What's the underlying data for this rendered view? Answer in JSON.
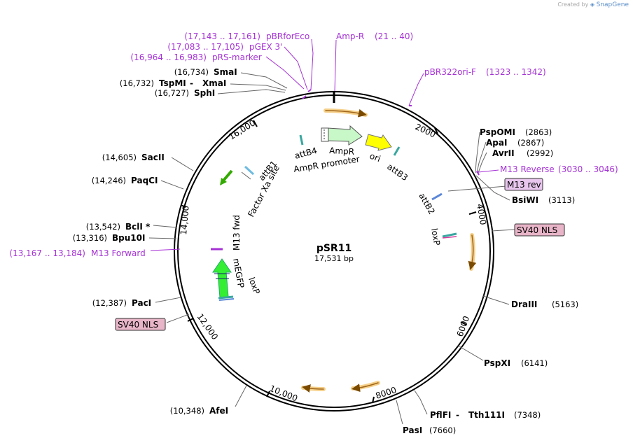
{
  "credit": {
    "prefix": "Created by",
    "brand": "SnapGene"
  },
  "plasmid": {
    "name": "pSR11",
    "size": "17,531 bp"
  },
  "ticks": [
    "2000",
    "4000",
    "6000",
    "8000",
    "10,000",
    "12,000",
    "14,000",
    "16,000"
  ],
  "enzymes": [
    {
      "name": "SmaI",
      "pos": "(16,734)"
    },
    {
      "name": "TspMI",
      "sep": " - ",
      "name2": "XmaI",
      "pos": "(16,732)"
    },
    {
      "name": "SphI",
      "pos": "(16,727)"
    },
    {
      "name": "SacII",
      "pos": "(14,605)"
    },
    {
      "name": "PaqCI",
      "pos": "(14,246)"
    },
    {
      "name": "BclI *",
      "pos": "(13,542)"
    },
    {
      "name": "Bpu10I",
      "pos": "(13,316)"
    },
    {
      "name": "PacI",
      "pos": "(12,387)"
    },
    {
      "name": "AfeI",
      "pos": "(10,348)"
    },
    {
      "name": "PasI",
      "pos": "(7660)"
    },
    {
      "name": "PflFI",
      "sep": " - ",
      "name2": "Tth111I",
      "pos": "(7348)"
    },
    {
      "name": "PspXI",
      "pos": "(6141)"
    },
    {
      "name": "DraIII",
      "pos": "(5163)"
    },
    {
      "name": "BsiWI",
      "pos": "(3113)"
    },
    {
      "name": "AvrII",
      "pos": "(2992)"
    },
    {
      "name": "ApaI",
      "pos": "(2867)"
    },
    {
      "name": "PspOMI",
      "pos": "(2863)"
    }
  ],
  "primers": [
    {
      "name": "pBRforEco",
      "pos": "(17,143 .. 17,161)"
    },
    {
      "name": "pGEX 3'",
      "pos": "(17,083 .. 17,105)"
    },
    {
      "name": "pRS-marker",
      "pos": "(16,964 .. 16,983)"
    },
    {
      "name": "Amp-R",
      "pos": "(21 .. 40)"
    },
    {
      "name": "pBR322ori-F",
      "pos": "(1323 .. 1342)"
    },
    {
      "name": "M13 Reverse",
      "pos": "(3030 .. 3046)"
    },
    {
      "name": "M13 Forward",
      "pos": "(13,167 .. 13,184)"
    }
  ],
  "boxed_labels": [
    "M13 rev",
    "SV40 NLS",
    "SV40 NLS"
  ],
  "features": [
    "AmpR",
    "AmpR promoter",
    "ori",
    "attB3",
    "attB2",
    "loxP",
    "attB4",
    "attB1",
    "Factor Xa site",
    "M13 fwd",
    "mEGFP",
    "loxP"
  ],
  "colors": {
    "backbone": "#000000",
    "primer": "#a632d6",
    "orf_orange": "#f5b441",
    "amp_green": "#c8f7c8",
    "ori_yellow": "#ffff00",
    "egfp_green": "#33ee33",
    "teal": "#3aa7a0",
    "box_fill": "#e8b4c8"
  }
}
